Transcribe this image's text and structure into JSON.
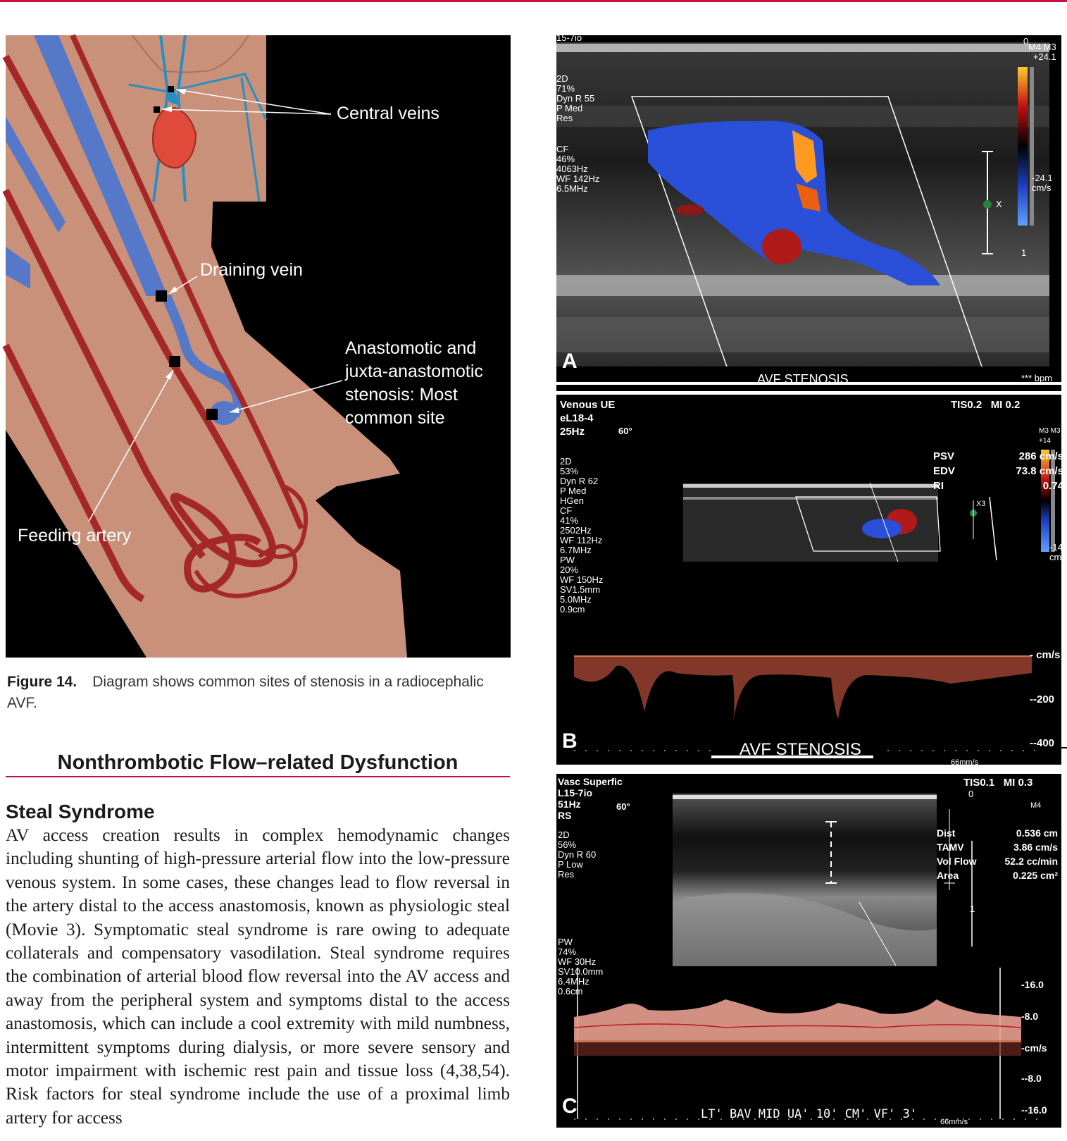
{
  "diagram": {
    "labels": {
      "central_veins": "Central veins",
      "draining_vein": "Draining vein",
      "anastomotic": "Anastomotic and juxta-anastomotic stenosis: Most common site",
      "feeding_artery": "Feeding artery"
    },
    "colors": {
      "skin": "#c9907a",
      "artery": "#a42828",
      "vein": "#5678c8",
      "background": "#000000"
    }
  },
  "caption": {
    "label": "Figure 14.",
    "text": "Diagram shows common sites of stenosis in a radiocephalic AVF."
  },
  "section": {
    "title": "Nonthrombotic Flow–related Dysfunction",
    "subtitle": "Steal Syndrome",
    "paragraph": "AV access creation results in complex hemodynamic changes including shunting of high-pressure arterial flow into the low-pressure venous system. In some cases, these changes lead to flow reversal in the artery distal to the access anastomosis, known as physiologic steal (Movie 3). Symptomatic steal syndrome is rare owing to adequate collaterals and compensatory vasodilation. Steal syndrome requires the combination of arterial blood flow reversal into the AV access and away from the peripheral system and symptoms distal to the access anastomosis, which can include a cool extremity with mild numbness, intermittent symptoms during dialysis, or more severe sensory and motor impairment with ischemic rest pain and tissue loss (4,38,54). Risk factors for steal syndrome include the use of a proximal limb artery for access"
  },
  "panel_a": {
    "letter": "A",
    "caption": "AVF STENOSIS",
    "probe": "15-7io",
    "settings_2d": "2D\n71%\nDyn R 55\nP Med\nRes",
    "settings_cf": "CF\n46%\n4063Hz\nWF 142Hz\n6.5MHz",
    "scale_top": "M4 M3\n+24.1",
    "scale_bottom": "-24.1\ncm/s",
    "depth_zero": "0",
    "depth_one": "1",
    "focus": "X",
    "bpm": "*** bpm"
  },
  "panel_b": {
    "letter": "B",
    "caption": "AVF STENOSIS",
    "header_left": "Venous UE\neL18-4\n25Hz",
    "angle": "60°",
    "header_right": "TIS0.2   MI 0.2",
    "settings": "2D\n53%\nDyn R 62\nP Med\nHGen\nCF\n41%\n2502Hz\nWF 112Hz\n6.7MHz\nPW\n20%\nWF 150Hz\nSV1.5mm\n5.0MHz\n0.9cm",
    "measurements": [
      {
        "label": "PSV",
        "value": "286 cm/s"
      },
      {
        "label": "EDV",
        "value": "73.8 cm/s"
      },
      {
        "label": "RI",
        "value": "0.74"
      }
    ],
    "scale_top": "M3 M3\n+14",
    "scale_bottom": "-14\ncm",
    "axis_labels": [
      "- cm/s",
      "--200",
      "--400"
    ],
    "sweep": "66mm/s",
    "focus": "X3"
  },
  "panel_c": {
    "letter": "C",
    "caption": "LT' BAV MID UA' 10' CM' VF' 3'",
    "header_left": "Vasc Superfic\nL15-7io\n51Hz\nRS",
    "angle": "60°",
    "header_right": "TIS0.1   MI 0.3",
    "settings_2d": "2D\n56%\nDyn R 60\nP Low\nRes",
    "settings_pw": "PW\n74%\nWF 30Hz\nSV10.0mm\n6.4MHz\n0.6cm",
    "measurements": [
      {
        "label": "Dist",
        "value": "0.536 cm"
      },
      {
        "label": "TAMV",
        "value": "3.86 cm/s"
      },
      {
        "label": "Vol Flow",
        "value": "52.2 cc/min"
      },
      {
        "label": "Area",
        "value": "0.225 cm²"
      }
    ],
    "scale_label": "M4",
    "axis_labels": [
      "-16.0",
      "-8.0",
      "-cm/s",
      "--8.0",
      "--16.0"
    ],
    "sweep": "66mm/s",
    "depth_zero": "0",
    "depth_one": "1"
  }
}
